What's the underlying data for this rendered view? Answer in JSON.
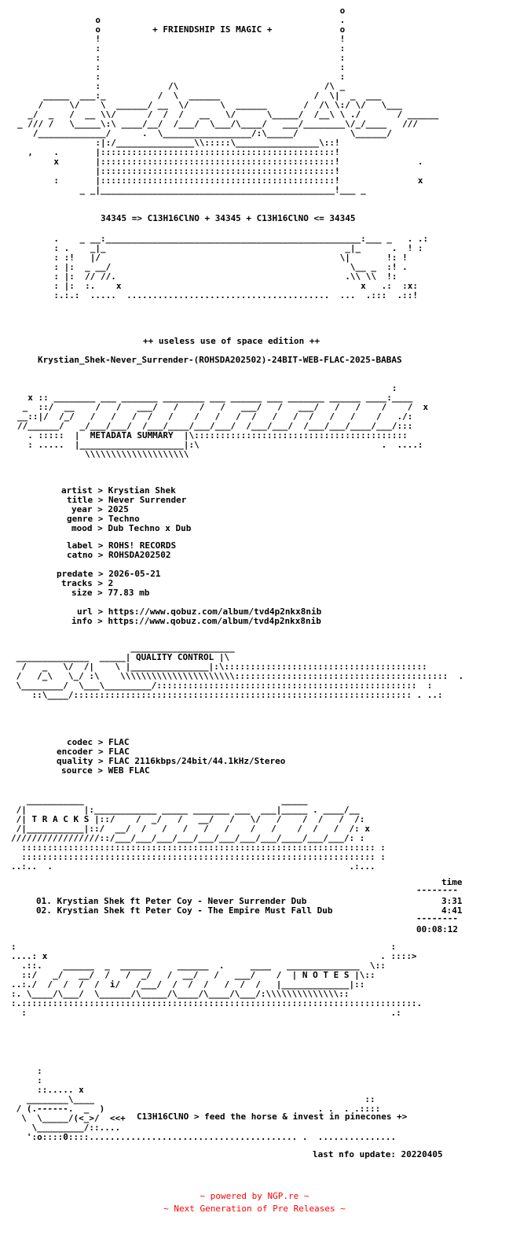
{
  "header": {
    "art_lines": [
      "                                                              o",
      "               o                                              .",
      "               o          + FRIENDSHIP IS MAGIC +             o",
      "               !                                              !",
      "               :                                              :",
      "               :                                              :",
      "               :                                              :",
      "               :                                              :",
      "               :             /\\                            /\\ _",
      "     _____  ___:_          /  \\  ______                  /  \\|  _  ___",
      "    /     \\/    \\  ______/ __  \\/      \\  ______       /  /\\ \\:/ \\/   \\___",
      "  _/  _   /  __ \\\\/      /  /  /   __   \\/      \\_____/  /__\\ \\ ./       / ______",
      "_ /// /   \\_____\\:\\ ____/__/  /___/  \\___/\\____/   ___/________\\/_/____   ///",
      "   /_____________/      .  \\_________________/:\\_____/          \\______/",
      "               :|:/_______________\\\\:::::\\________________\\::!",
      "  ,    .       |:::::::::::::::::::::::::::::::::::::::::::::!",
      "       x       |:::::::::::::::::::::::::::::::::::::::::::::!               .",
      "               |:::::::::::::::::::::::::::::::::::::::::::::!",
      "       :       |:::::::::::::::::::::::::::::::::::::::::::::!               x",
      "            _ _|_____________________________________________!___ _"
    ],
    "formula": "34345 => C13H16ClNO + 34345 + C13H16ClNO <= 34345",
    "art_lines_2": [
      "       .    _ __:_________________________________________________:___ _   . .:",
      "       : .    _|_                                              _|_      .  ! :",
      "       : :!   |/                                              \\|       !: !",
      "       : |:  _ __/                                              \\__ _  :! .",
      "       : |:  // //.                                            .\\\\ \\\\  !:",
      "       : |:  :.    x                                              x   .:  :x:",
      "       :.:.:  .....  .......................................  ...  .:::  .::!"
    ]
  },
  "edition_line": "++ useless use of space edition ++",
  "release_name": "Krystian_Shek-Never_Surrender-(ROHSDA202502)-24BIT-WEB-FLAC-2025-BABAS",
  "metadata_art": [
    "                                                                        :",
    "  x :: ________ ___ _______ ________ ___ ______ ___ _______ ______ ____:____",
    " _  ::/  __    /   /   ___/   /    /   /   ___/   /   ___/   /   /    /    /  x",
    "__::|/  /_/   /   /   /  /   /    /   /   /  /   /   /  /   /   /    /   ./:",
    "//______/   _/___/___/  /___/____/___/___/  /___/___/  /___/___/____/___/:::",
    "  . :::::  |  METADATA SUMMARY  |\\:::::::::::::::::::::::::::::::::::::::::",
    "  : .....  |____________________|:\\                                   .  ....:",
    "             \\\\\\\\\\\\\\\\\\\\\\\\\\\\\\\\\\\\\\\\"
  ],
  "metadata": {
    "artist": "Krystian Shek",
    "title": "Never Surrender",
    "year": "2025",
    "genre": "Techno",
    "mood": "Dub Techno x Dub",
    "label": "ROHS! RECORDS",
    "catno": "ROHSDA202502",
    "predate": "2026-05-21",
    "tracks": "2",
    "size": "77.83 mb",
    "url": "https://www.qobuz.com/album/tvd4p2nkx8nib",
    "info": "https://www.qobuz.com/album/tvd4p2nkx8nib"
  },
  "quality_art": [
    "                       ____________________",
    " ______________  _____| QUALITY CONTROL |\\",
    "  /   _   \\/  /|    \\ |_______________|:\\:::::::::::::::::::::::::::::::::::::::",
    " /   /_\\   \\_/ :\\    \\\\\\\\\\\\\\\\\\\\\\\\\\\\\\\\\\\\\\\\\\\\:::::::::::::::::::::::::::::::::::::::::  .",
    " \\________/  \\___\\_________/::::::::::::::::::::::::::::::::::::::::::::::::::  :",
    "    ::\\____/::::::::::::::::::::::::::::::::::::::::::::::::::::::::::::::::: . ..:"
  ],
  "quality": {
    "codec": "FLAC",
    "encoder": "FLAC",
    "quality": "FLAC 2116kbps/24bit/44.1kHz/Stereo",
    "source": "WEB FLAC"
  },
  "tracks_art": [
    "   ___________                                      _____",
    " /|           |:____________ _____ _______ ___  ___|_____ . ____/__",
    " /| T R A C K S |::/    /  _/   /   __/   /   \\/   /    /  /   /  /:",
    " /|___________|::/  __/  /   /   /   /   /    /   /    /  /   /  /: x",
    "/////////////////::/___/___/___/___/___/___/___/___/____/___/___/: :",
    "  :::::::::::::::::::::::::::::::::::::::::::::::::::::::::::::::::::: :",
    "  :::::::::::::::::::::::::::::::::::::::::::::::::::::::::::::::::::: :",
    "..:..  .                                                         .:..."
  ],
  "tracks_header": {
    "time_label": "time",
    "divider": "--------"
  },
  "tracks": [
    {
      "num": "01.",
      "title": "Krystian Shek ft Peter Coy - Never Surrender Dub",
      "time": "3:31"
    },
    {
      "num": "02.",
      "title": "Krystian Shek ft Peter Coy - The Empire Must Fall Dub",
      "time": "4:41"
    }
  ],
  "tracks_total": {
    "divider": "--------",
    "total": "00:08:12"
  },
  "notes_art": [
    ":                                                                        :",
    "....: x                                                                . ::::>",
    "  .::.    ______  _  ______     ______  .     ____   ______________  \\::",
    "  ::/   _/   __/  /   /  _/   /  __/   /   ___/    /  | N O T E S |\\::",
    "..:./  /  /  /  /  i/   /___/  /  /  /   /  /  /   |_____________|::",
    ":. \\____/\\___/  \\______/\\_____/\\____/\\____/\\___/:\\\\\\\\\\\\\\\\\\\\\\\\\\\\::",
    ":.::::::::::::::::::::::::::::::::::::::::::::::::::::::::::::::::::::::::::::.",
    "  :                                                                      .:"
  ],
  "footer_art": [
    "     :",
    "     :",
    "     ::..... x",
    "   ________\\____                                                    ::",
    " / (.------.  _  )                                         . .  . .::::",
    "  \\  \\_____/(<_>/  <<+",
    "    \\_________/::....",
    "   ':o::::0::::........................................ .  ..............."
  ],
  "tagline": "C13H16ClNO > feed the horse & invest in pinecones +>",
  "last_update": "last nfo update: 20220405",
  "powered": {
    "line1": "~ powered by NGP.re ~",
    "line2": "~ Next Generation of Pre Releases ~",
    "color": "#ff0000"
  }
}
